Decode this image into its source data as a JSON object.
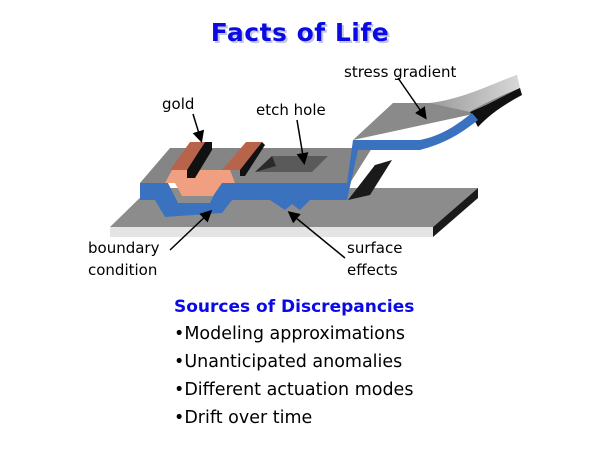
{
  "title": "Facts of Life",
  "figure": {
    "labels": {
      "stress_gradient": "stress gradient",
      "gold": "gold",
      "etch_hole": "etch hole",
      "boundary_condition_line1": "boundary",
      "boundary_condition_line2": "condition",
      "surface_effects_line1": "surface",
      "surface_effects_line2": "effects"
    },
    "colors": {
      "blue_layer": "#3a72c0",
      "gold": "#b8644a",
      "gold_light": "#f0a080",
      "substrate": "#8c8c8c"
    }
  },
  "sources": {
    "heading": "Sources of Discrepancies",
    "items": [
      "Modeling approximations",
      "Unanticipated anomalies",
      "Different actuation modes",
      "Drift over time"
    ]
  }
}
